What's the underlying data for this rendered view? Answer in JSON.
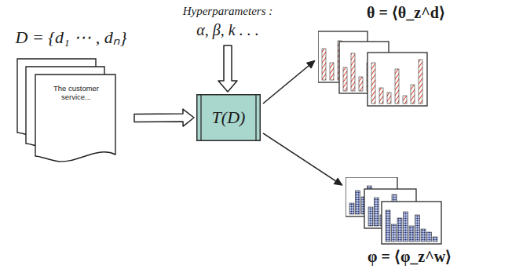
{
  "diagram": {
    "nodes": [
      {
        "text": [
          "D = {d₁ ⋯ , dₙ}",
          "The customer service..."
        ]
      },
      {
        "text": [
          "T(D)"
        ]
      },
      {
        "text": [
          "θ = ⟨θ_z^d⟩"
        ]
      },
      {
        "text": [
          "φ = ⟨φ_z^w⟩"
        ]
      }
    ],
    "edges": [
      {
        "from": 0,
        "to": 1,
        "arrow": "to"
      },
      {
        "from": 1,
        "to": 2,
        "arrow": "to"
      },
      {
        "from": 1,
        "to": 3,
        "arrow": "to"
      }
    ],
    "labels": [
      "Hyperparameters :",
      "α, β, k . . ."
    ]
  }
}
